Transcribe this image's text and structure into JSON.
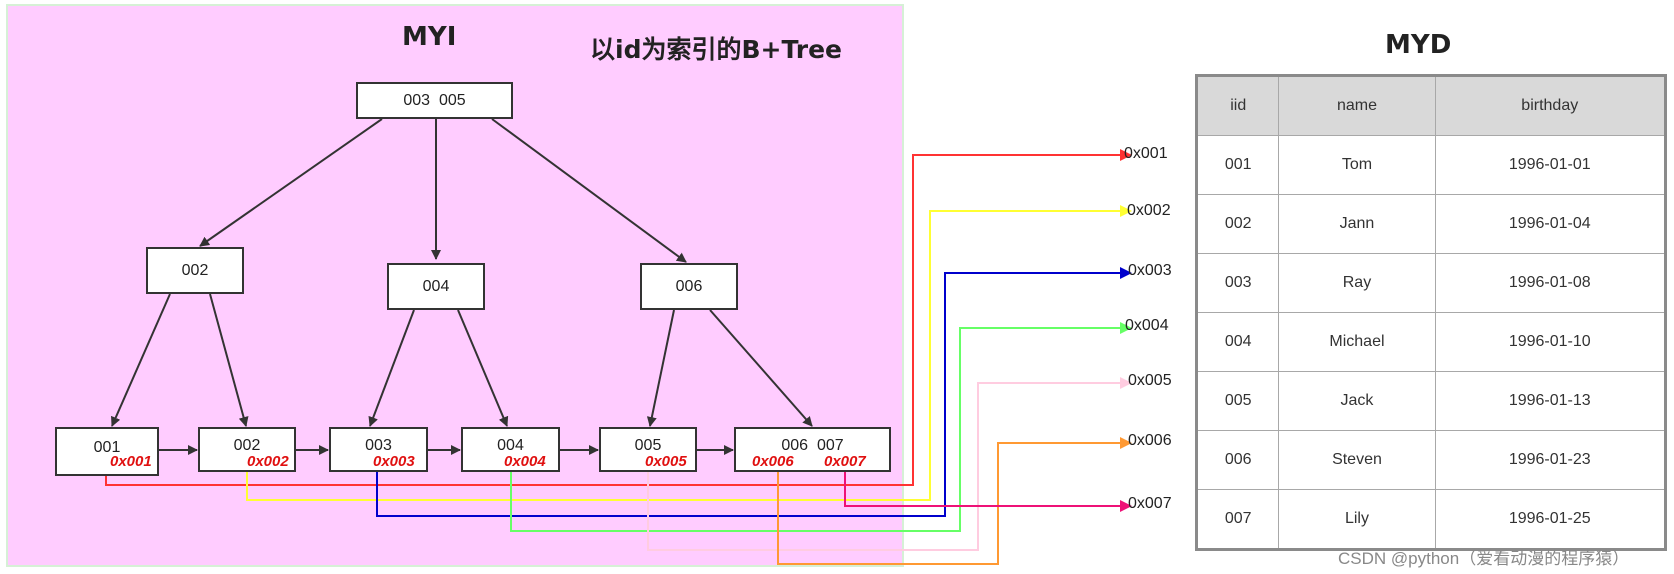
{
  "titles": {
    "myi": "MYI",
    "tree": "以id为索引的B+Tree",
    "myd": "MYD"
  },
  "tree": {
    "root": "003  005",
    "internal": [
      "002",
      "004",
      "006"
    ],
    "leaves": [
      "001",
      "002",
      "003",
      "004",
      "005",
      "006  007"
    ],
    "leaf_addresses": [
      "0x001",
      "0x002",
      "0x003",
      "0x004",
      "0x005",
      "0x006",
      "0x007"
    ]
  },
  "pointers": [
    "0x001",
    "0x002",
    "0x003",
    "0x004",
    "0x005",
    "0x006",
    "0x007"
  ],
  "pointer_colors": [
    "#ff3333",
    "#ffff33",
    "#0000cc",
    "#66ff66",
    "#ffcce0",
    "#ff9933",
    "#ee1177"
  ],
  "myd": {
    "headers": [
      "iid",
      "name",
      "birthday"
    ],
    "rows": [
      [
        "001",
        "Tom",
        "1996-01-01"
      ],
      [
        "002",
        "Jann",
        "1996-01-04"
      ],
      [
        "003",
        "Ray",
        "1996-01-08"
      ],
      [
        "004",
        "Michael",
        "1996-01-10"
      ],
      [
        "005",
        "Jack",
        "1996-01-13"
      ],
      [
        "006",
        "Steven",
        "1996-01-23"
      ],
      [
        "007",
        "Lily",
        "1996-01-25"
      ]
    ]
  },
  "watermark": "CSDN @python（爱看动漫的程序猿）"
}
